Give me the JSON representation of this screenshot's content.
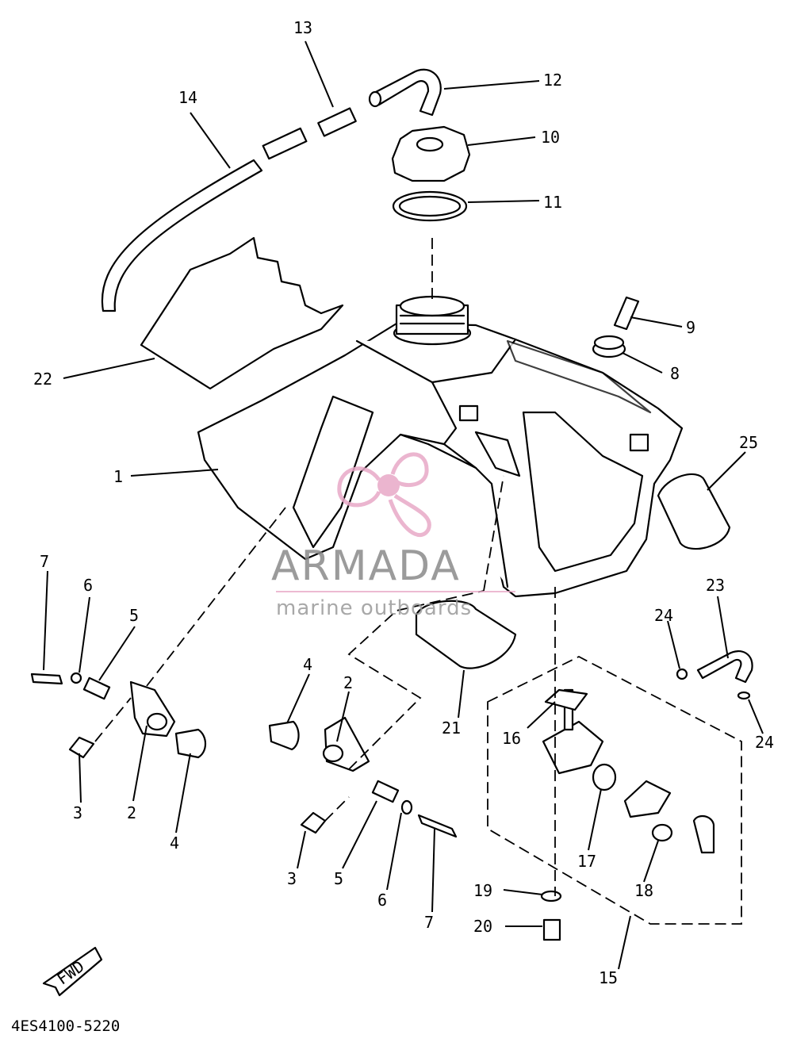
{
  "diagram": {
    "reference_code": "4ES4100-5220",
    "fwd_label": "FWD",
    "watermark": {
      "brand": "ARMADA",
      "tagline": "marine outboards",
      "logo_color": "#e8a9c7",
      "text_color": "#8a8a8a"
    },
    "callouts": {
      "c1": "1",
      "c2a": "2",
      "c2b": "2",
      "c3a": "3",
      "c3b": "3",
      "c4a": "4",
      "c4b": "4",
      "c5a": "5",
      "c5b": "5",
      "c6a": "6",
      "c6b": "6",
      "c7a": "7",
      "c7b": "7",
      "c8": "8",
      "c9": "9",
      "c10": "10",
      "c11": "11",
      "c12": "12",
      "c13": "13",
      "c14": "14",
      "c15": "15",
      "c16": "16",
      "c17": "17",
      "c18": "18",
      "c19": "19",
      "c20": "20",
      "c21": "21",
      "c22": "22",
      "c23": "23",
      "c24a": "24",
      "c24b": "24",
      "c25": "25"
    }
  }
}
